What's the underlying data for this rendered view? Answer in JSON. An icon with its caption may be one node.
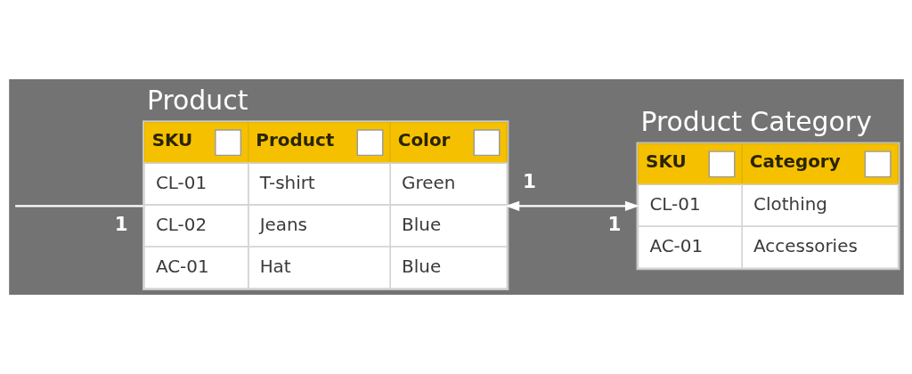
{
  "diagram": {
    "nodes": [
      {
        "text": [
          "Product",
          "SKU",
          "Product",
          "Color",
          "CL-01",
          "T-shirt",
          "Green",
          "CL-02",
          "Jeans",
          "Blue",
          "AC-01",
          "Hat",
          "Blue"
        ],
        "beside": [
          "1",
          "1"
        ]
      },
      {
        "text": [
          "Product Category",
          "SKU",
          "Category",
          "CL-01",
          "Clothing",
          "AC-01",
          "Accessories"
        ],
        "beside": [
          "1"
        ]
      }
    ],
    "edges": [
      {
        "from": null,
        "to": 0,
        "arrow": "none"
      },
      {
        "from": 0,
        "to": 1,
        "arrow": "both"
      }
    ]
  }
}
